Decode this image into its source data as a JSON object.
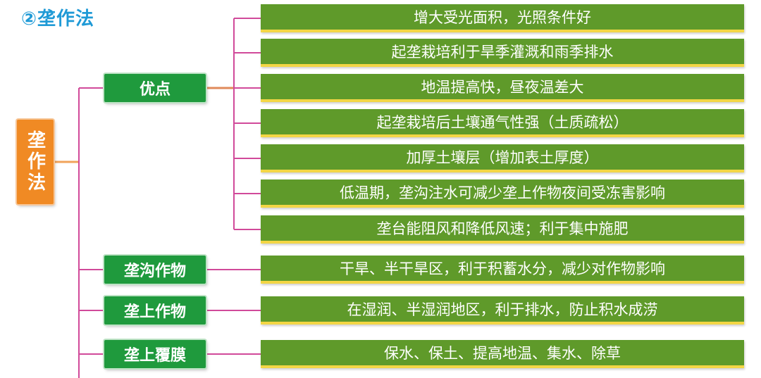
{
  "title": "②垄作法",
  "root_label": "垄作法",
  "colors": {
    "title": "#1f9ad6",
    "root": "#f08a24",
    "node": "#1f9a3d",
    "leaf": "#5f9a2a",
    "leaf_underline": "#f3d645",
    "connector": "#d14a9a"
  },
  "nodes": {
    "advantages": "优点",
    "furrow_crops": "垄沟作物",
    "ridge_crops": "垄上作物",
    "ridge_mulch": "垄上覆膜"
  },
  "leaves": {
    "adv_1": "增大受光面积，光照条件好",
    "adv_2": "起垄栽培利于旱季灌溉和雨季排水",
    "adv_3": "地温提高快，昼夜温差大",
    "adv_4": "起垄栽培后土壤通气性强（土质疏松）",
    "adv_5": "加厚土壤层（增加表土厚度）",
    "adv_6": "低温期，垄沟注水可减少垄上作物夜间受冻害影响",
    "adv_7": "垄台能阻风和降低风速；利于集中施肥",
    "furrow": "干旱、半干旱区，利于积蓄水分，减少对作物影响",
    "ridge": "在湿润、半湿润地区，利于排水，防止积水成涝",
    "mulch": "保水、保土、提高地温、集水、除草"
  }
}
